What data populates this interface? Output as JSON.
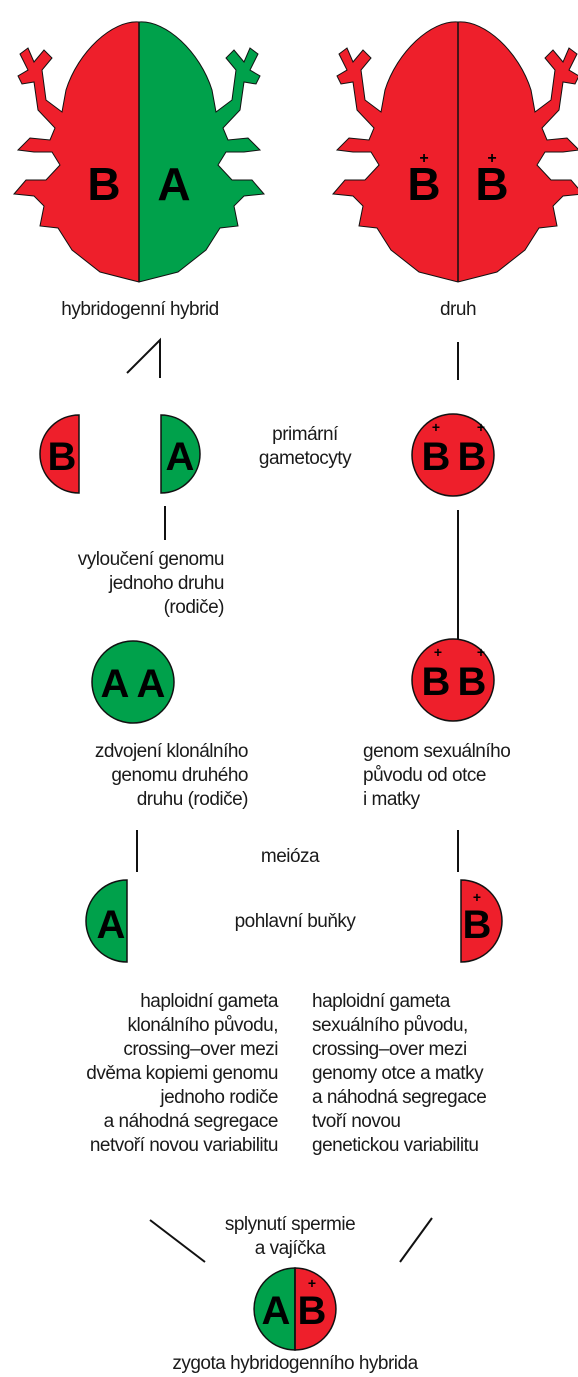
{
  "colors": {
    "red": "#ee1f2b",
    "green": "#00a14b",
    "line": "#111111"
  },
  "letters": {
    "b": "B",
    "a": "A",
    "plus": "+"
  },
  "labels": {
    "hybrid": "hybridogenní hybrid",
    "species": "druh",
    "primary_gametocytes": "primární\ngametocyty",
    "exclusion": "vyloučení genomu\njednoho druhu\n(rodiče)",
    "duplication": "zdvojení klonálního\ngenomu druhého\ndruhu (rodiče)",
    "sexual_genome": "genom sexuálního\npůvodu od otce\ni matky",
    "meiosis": "meióza",
    "sex_cells": "pohlavní buňky",
    "clonal_gamete": "haploidní gameta\nklonálního původu,\ncrossing–over mezi\ndvěma kopiemi genomu\njednoho rodiče\na náhodná segregace\nnetvoří novou variabilitu",
    "sexual_gamete": "haploidní gameta\nsexuálního původu,\ncrossing–over mezi\ngenomy otce a matky\na náhodná segregace\ntvoří novou\ngenetickou variabilitu",
    "fusion": "splynutí spermie\na vajíčka",
    "zygote": "zygota hybridogenního hybrida"
  }
}
